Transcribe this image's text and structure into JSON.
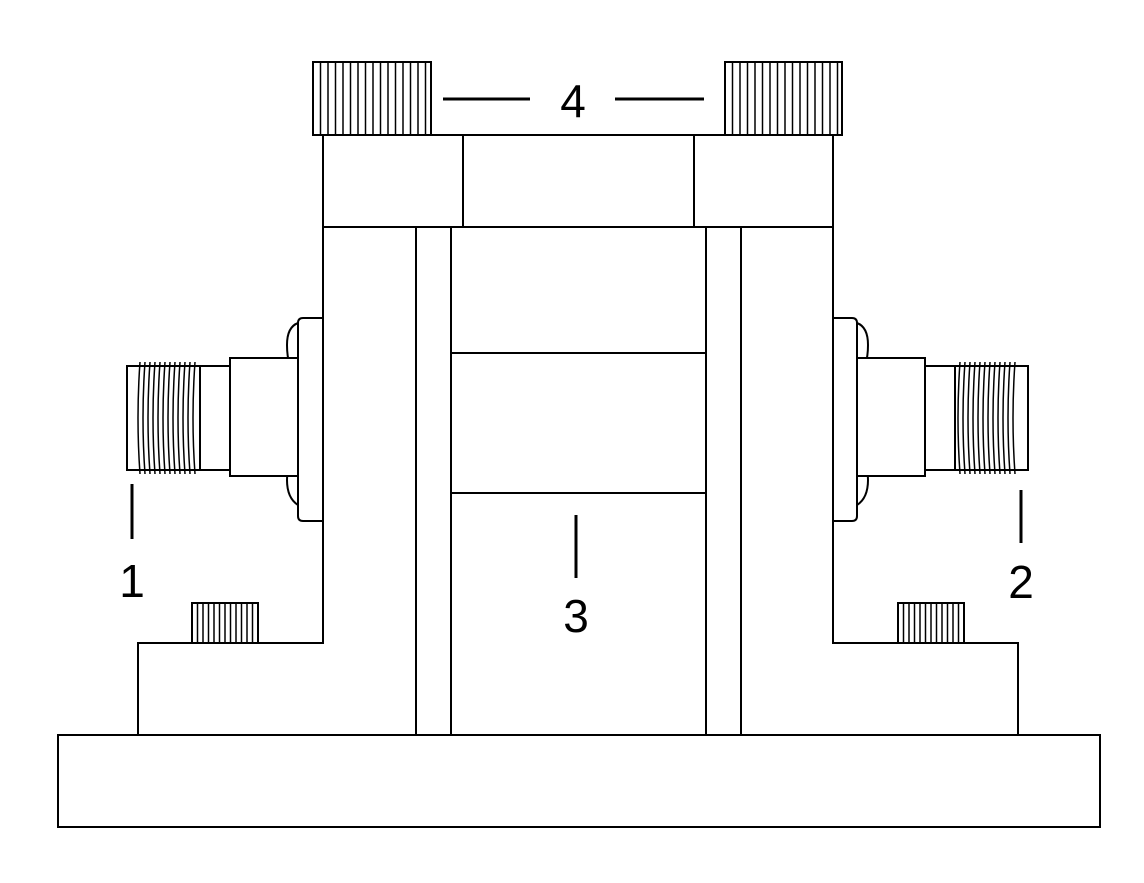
{
  "labels": {
    "port_1": "1",
    "port_2": "2",
    "center_block": "3",
    "top_screws": "4"
  },
  "colors": {
    "stroke": "#000000",
    "fill": "#ffffff"
  }
}
